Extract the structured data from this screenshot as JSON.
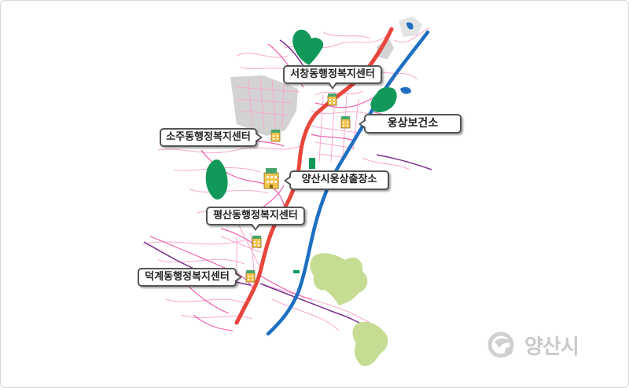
{
  "map": {
    "colors": {
      "expressway": "#e8453c",
      "river": "#1d6fc2",
      "roads": "#f06ab4",
      "park": "#12995a",
      "mountain": "#c5dc93",
      "urban_block": "#d3d3d3",
      "water": "#1d6fc2"
    },
    "labels": {
      "seochang": "서창동행정복지센터",
      "ungsang_health": "웅상보건소",
      "soju": "소주동행정복지센터",
      "yangsan_ungsang_office": "양산시웅상출장소",
      "pyeongsan": "평산동행정복지센터",
      "deokgye": "덕계동행정복지센터"
    },
    "icons": {
      "office": "building-icon",
      "large_office": "office-tower-icon"
    }
  },
  "logo": {
    "text": "양산시",
    "icon": "yangsan-emblem-icon"
  }
}
